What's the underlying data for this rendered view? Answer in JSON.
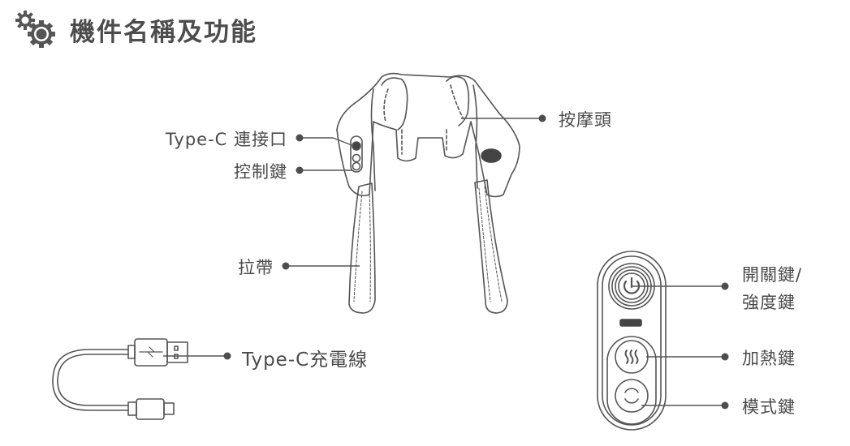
{
  "header": {
    "title": "機件名稱及功能",
    "icon": "gears-icon"
  },
  "labels": {
    "typec_port": "Type-C 連接口",
    "control_keys": "控制鍵",
    "massage_head": "按摩頭",
    "strap": "拉帶",
    "charging_cable": "Type-C充電線",
    "power_key_line1": "開關鍵/",
    "power_key_line2": "強度鍵",
    "heat_key": "加熱鍵",
    "mode_key": "模式鍵"
  },
  "colors": {
    "text": "#4a4a4a",
    "line": "#555555",
    "dot": "#4d4d4d"
  }
}
